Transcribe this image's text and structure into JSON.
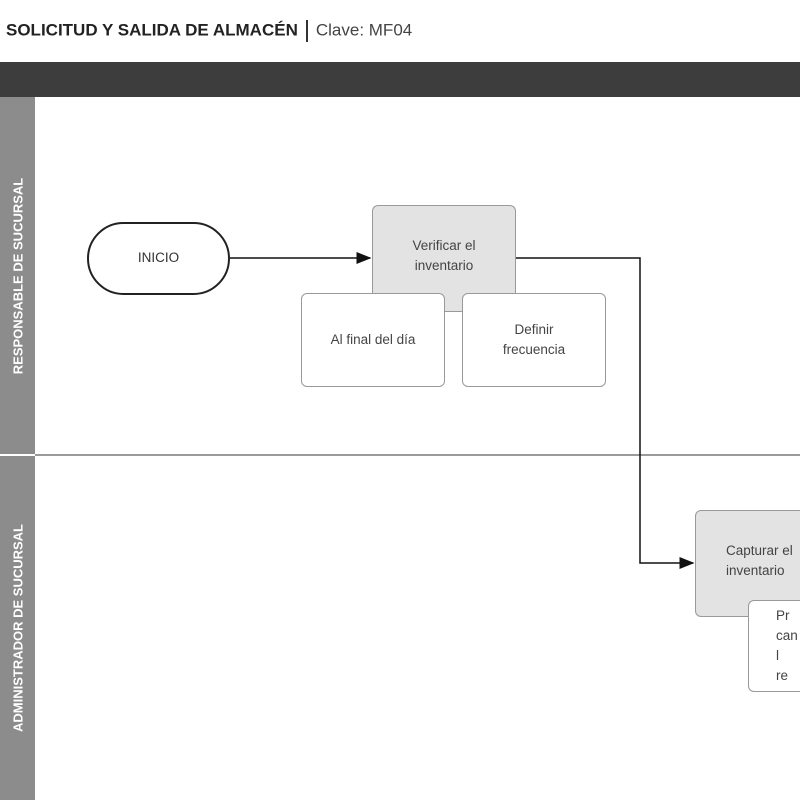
{
  "header": {
    "title": "SOLICITUD Y SALIDA DE ALMACÉN",
    "code": "Clave: MF04"
  },
  "lanes": [
    {
      "label": "RESPONSABLE DE SUCURSAL"
    },
    {
      "label": "ADMINISTRADOR DE SUCURSAL"
    }
  ],
  "nodes": {
    "start": "INICIO",
    "verify": "Verificar el inventario",
    "end_of_day": "Al final del día",
    "frequency": "Definir frecuencia",
    "capture": "Capturar el inventario",
    "partial_note": "Pr can l re"
  }
}
